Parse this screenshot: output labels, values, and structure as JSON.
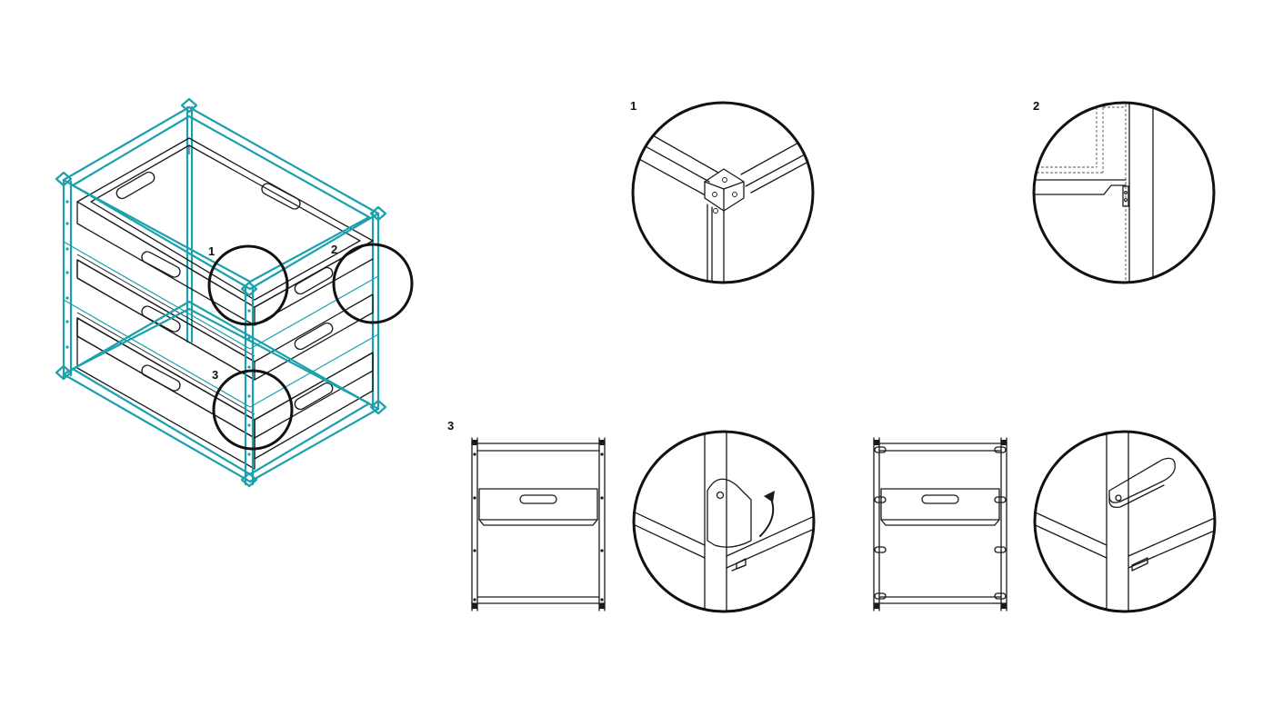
{
  "callouts": {
    "iso_1": "1",
    "iso_2": "2",
    "iso_3": "3",
    "detail_1": "1",
    "detail_2": "2",
    "detail_3": "3"
  },
  "colors": {
    "frame": "#1aa1ad",
    "ink": "#1a1a1a",
    "background": "#ffffff"
  }
}
